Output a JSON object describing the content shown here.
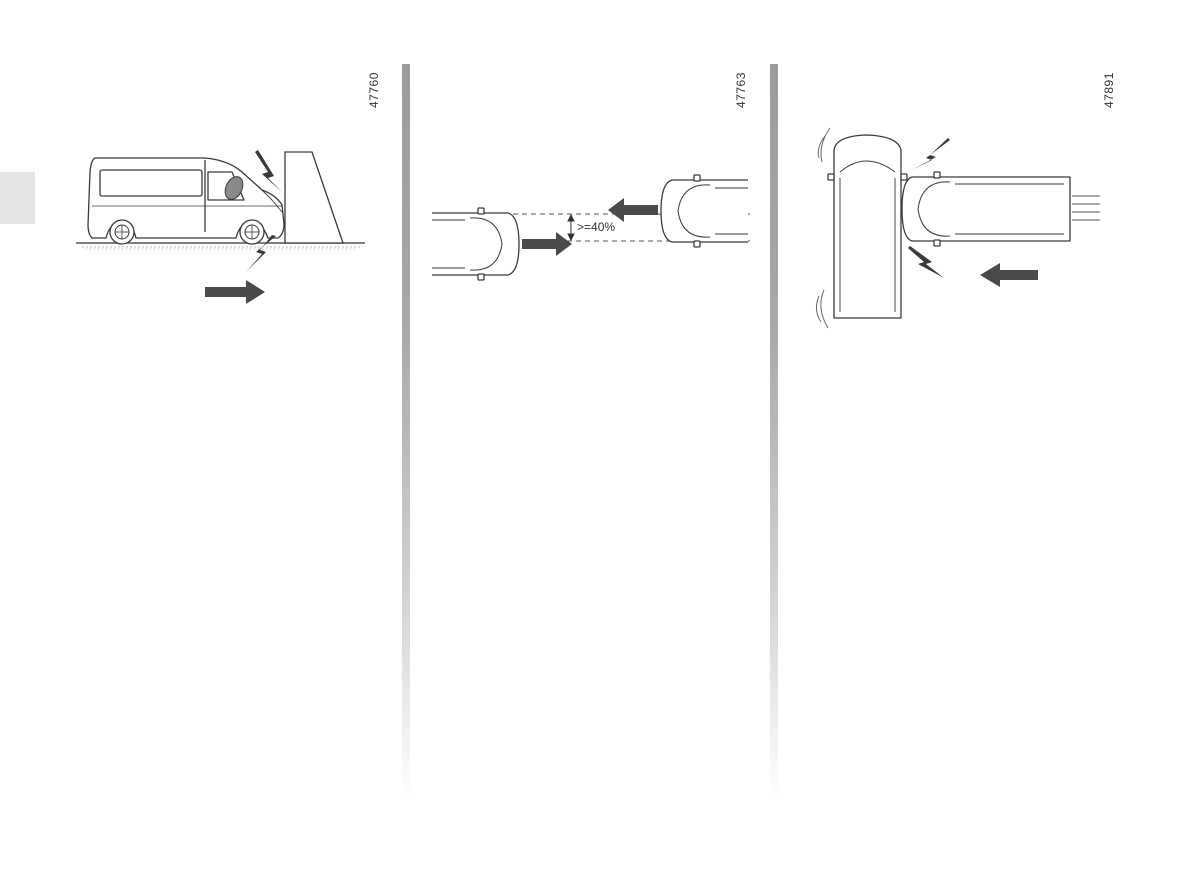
{
  "figures": [
    {
      "code": "47760",
      "scenario": "frontal"
    },
    {
      "code": "47763",
      "scenario": "offset",
      "overlap_label": ">=40%"
    },
    {
      "code": "47891",
      "scenario": "side"
    }
  ],
  "colors": {
    "line": "#3a3a3a",
    "arrow": "#4a4a4a",
    "divider": "#9c9c9c",
    "tab": "#e6e6e6",
    "mirror": "#8a8a8a"
  }
}
